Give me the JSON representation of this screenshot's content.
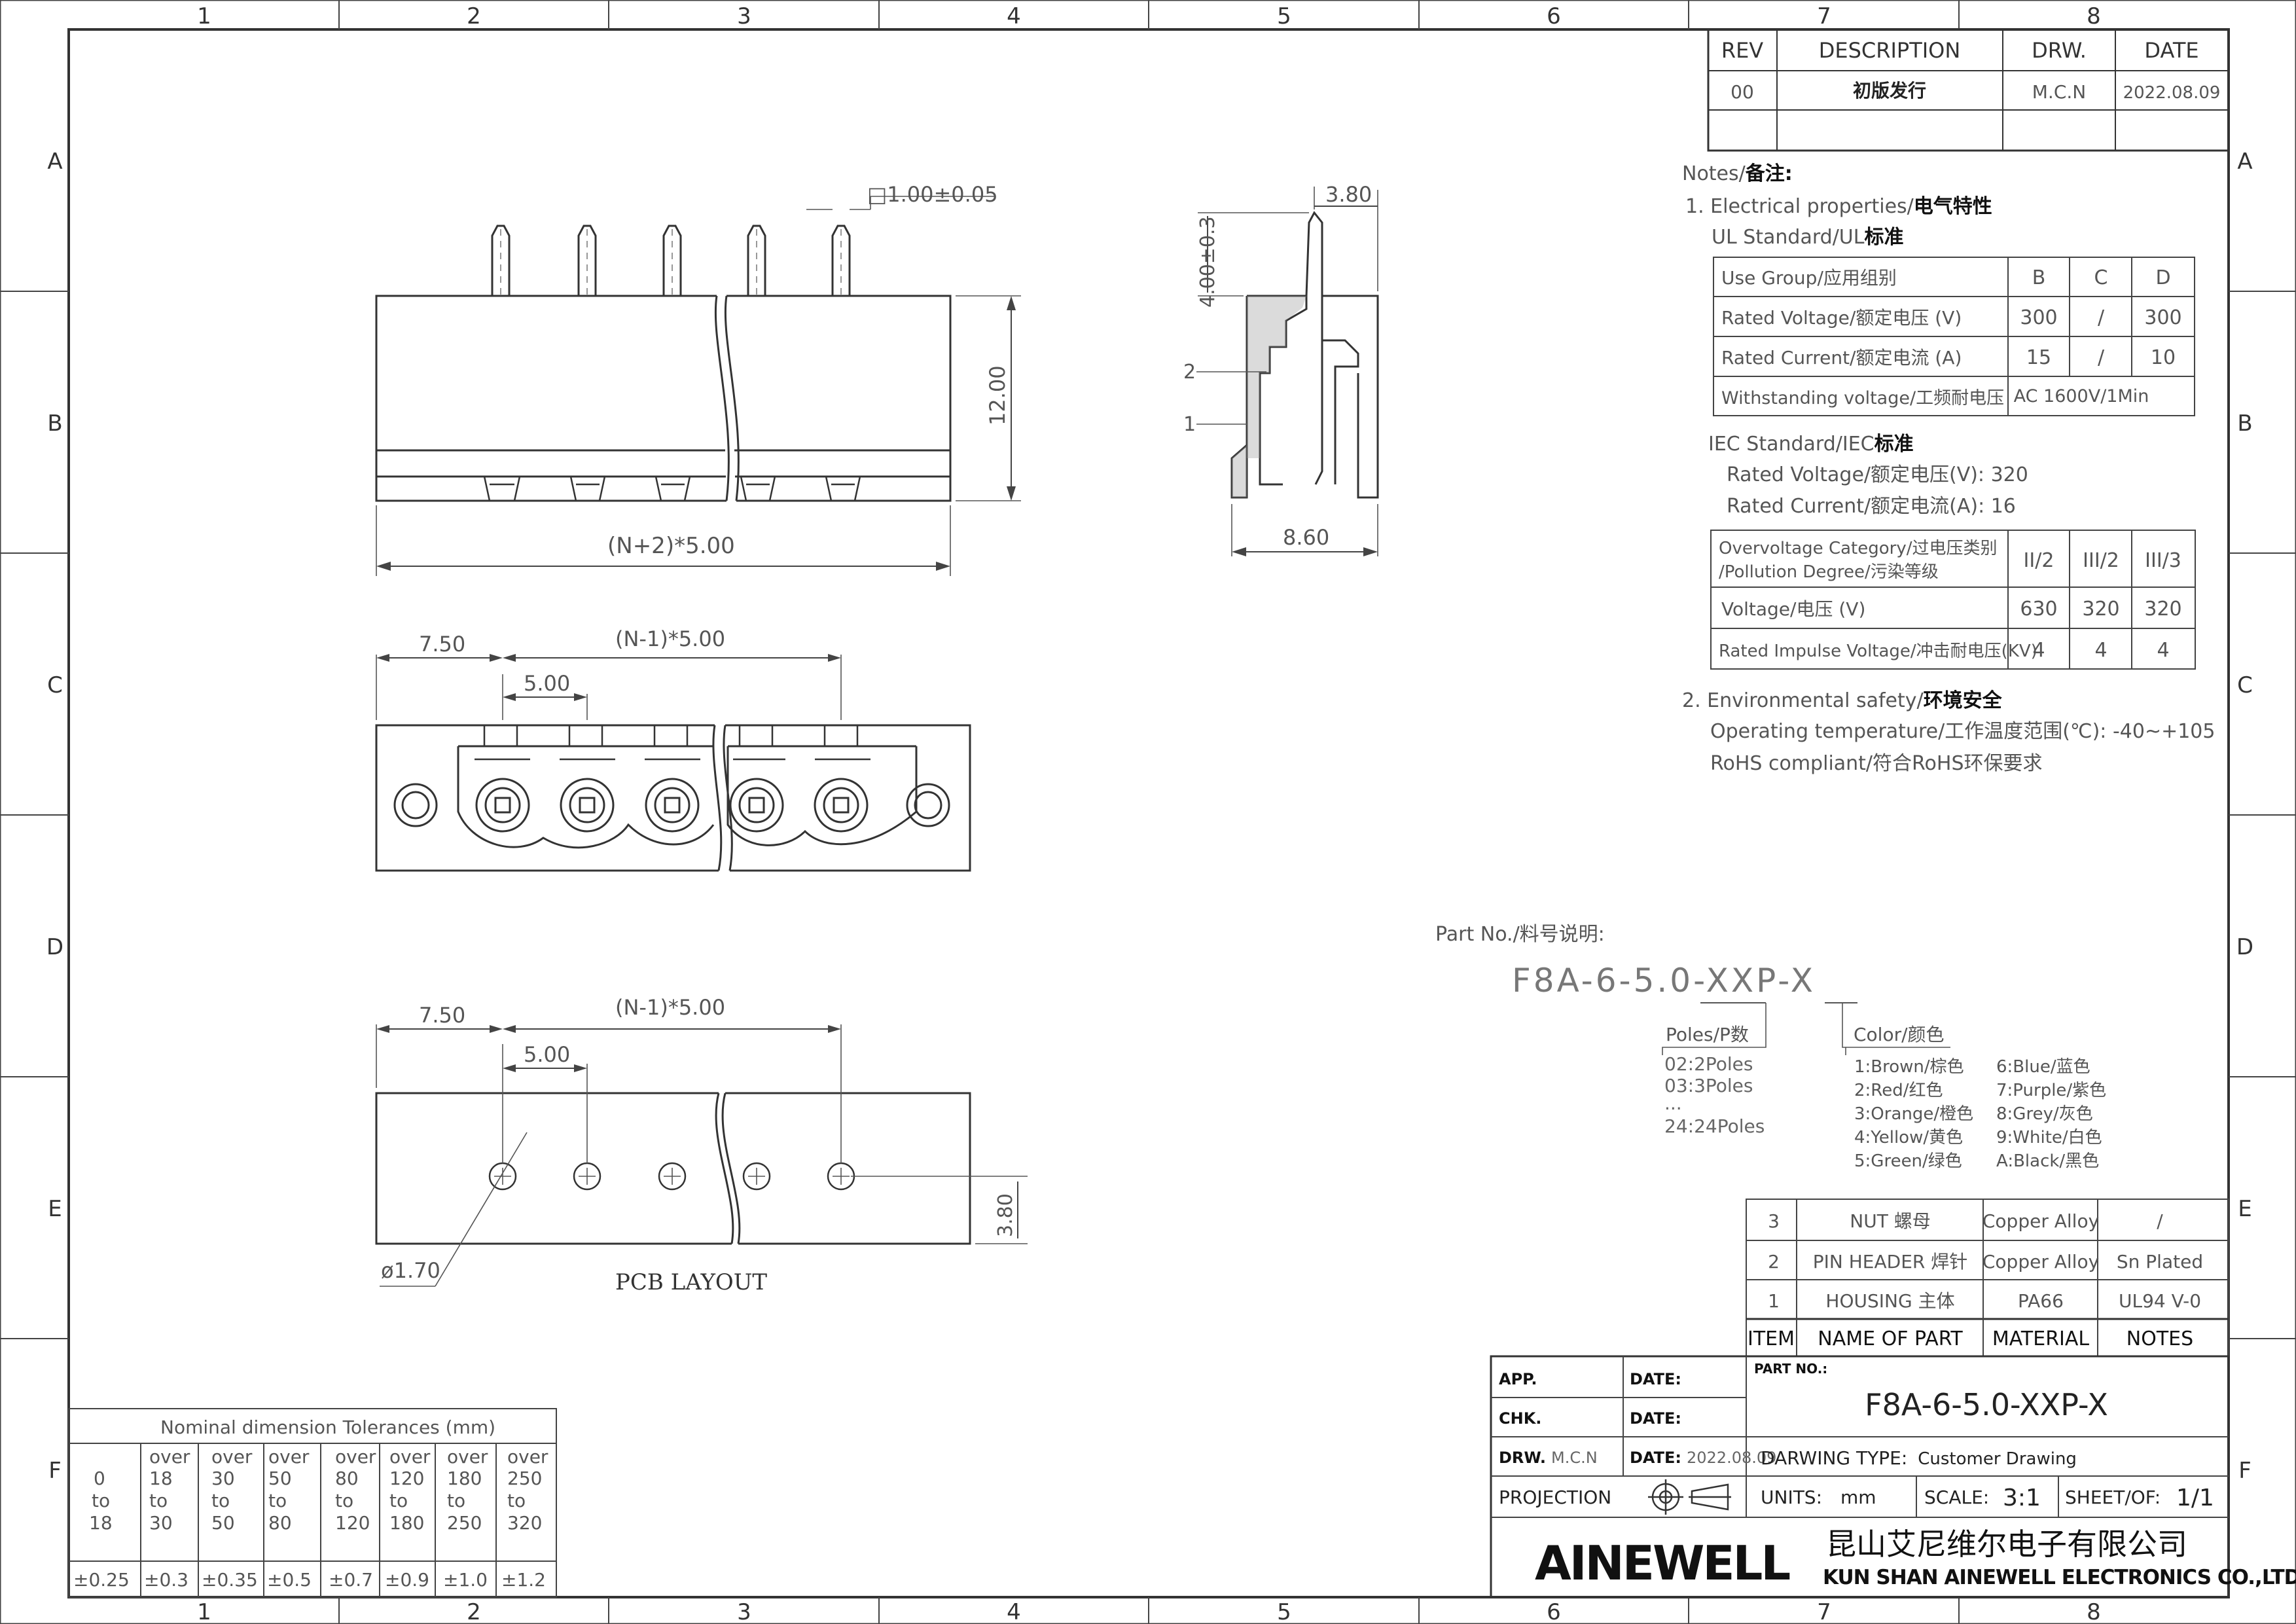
{
  "frame": {
    "cols": [
      "1",
      "2",
      "3",
      "4",
      "5",
      "6",
      "7",
      "8"
    ],
    "rows": [
      "A",
      "B",
      "C",
      "D",
      "E",
      "F"
    ]
  },
  "rev_table": {
    "headers": [
      "REV",
      "DESCRIPTION",
      "DRW.",
      "DATE"
    ],
    "rows": [
      [
        "00",
        "初版发行",
        "M.C.N",
        "2022.08.09"
      ],
      [
        "",
        "",
        "",
        ""
      ]
    ]
  },
  "notes": {
    "title_en": "Notes/",
    "title_cn": "备注:",
    "n1_en": "1. Electrical properties/",
    "n1_cn": "电气特性",
    "ul_en": "UL Standard/UL",
    "ul_cn": "标准",
    "ul_table": [
      [
        "Use Group/应用组别",
        "B",
        "C",
        "D"
      ],
      [
        "Rated Voltage/额定电压 (V)",
        "300",
        "/",
        "300"
      ],
      [
        "Rated Current/额定电流 (A)",
        "15",
        "/",
        "10"
      ],
      [
        "Withstanding voltage/工频耐电压",
        "AC 1600V/1Min"
      ]
    ],
    "iec_en": "IEC Standard/IEC",
    "iec_cn": "标准",
    "iec_v": "Rated Voltage/额定电压(V):  320",
    "iec_a": "Rated Current/额定电流(A):  16",
    "iec_table": [
      [
        "Overvoltage Category/过电压类别",
        "/Pollution Degree/污染等级",
        "II/2",
        "III/2",
        "III/3"
      ],
      [
        "Voltage/电压 (V)",
        "630",
        "320",
        "320"
      ],
      [
        "Rated Impulse Voltage/冲击耐电压(KV)",
        "4",
        "4",
        "4"
      ]
    ],
    "n2_en": "2. Environmental safety/",
    "n2_cn": "环境安全",
    "temp": "Operating temperature/工作温度范围(℃):  -40~+105",
    "rohs": "RoHS compliant/符合RoHS环保要求"
  },
  "part_no": {
    "label": "Part No./料号说明:",
    "code": "F8A-6-5.0-XXP-X",
    "poles_title": "Poles/P数",
    "poles": [
      "02:2Poles",
      "03:3Poles",
      "...",
      "24:24Poles"
    ],
    "color_title": "Color/颜色",
    "colors_left": [
      "1:Brown/棕色",
      "2:Red/红色",
      "3:Orange/橙色",
      "4:Yellow/黄色",
      "5:Green/绿色"
    ],
    "colors_right": [
      "6:Blue/蓝色",
      "7:Purple/紫色",
      "8:Grey/灰色",
      "9:White/白色",
      "A:Black/黑色"
    ]
  },
  "dims": {
    "pin_sq": "□1.00±0.05",
    "height": "12.00",
    "width": "(N+2)*5.00",
    "side_top": "3.80",
    "side_pin": "4.00±0.3",
    "side_w": "8.60",
    "lbl2": "2",
    "lbl1": "1",
    "edge": "7.50",
    "pitch_span": "(N-1)*5.00",
    "pitch": "5.00",
    "pcb_edge": "7.50",
    "pcb_span": "(N-1)*5.00",
    "pcb_pitch": "5.00",
    "hole": "ø1.70",
    "pcb_h": "3.80",
    "pcb_label": "PCB LAYOUT"
  },
  "tolerance": {
    "title": "Nominal  dimension  Tolerances  (mm)",
    "ranges": [
      [
        "0",
        "to",
        "18"
      ],
      [
        "over",
        "18",
        "to",
        "30"
      ],
      [
        "over",
        "30",
        "to",
        "50"
      ],
      [
        "over",
        "50",
        "to",
        "80"
      ],
      [
        "over",
        "80",
        "to",
        "120"
      ],
      [
        "over",
        "120",
        "to",
        "180"
      ],
      [
        "over",
        "180",
        "to",
        "250"
      ],
      [
        "over",
        "250",
        "to",
        "320"
      ]
    ],
    "values": [
      "±0.25",
      "±0.3",
      "±0.35",
      "±0.5",
      "±0.7",
      "±0.9",
      "±1.0",
      "±1.2"
    ]
  },
  "bom": {
    "rows": [
      [
        "3",
        "NUT 螺母",
        "Copper Alloy",
        "/"
      ],
      [
        "2",
        "PIN HEADER 焊针",
        "Copper Alloy",
        "Sn Plated"
      ],
      [
        "1",
        "HOUSING 主体",
        "PA66",
        "UL94 V-0"
      ]
    ],
    "headers": [
      "ITEM",
      "NAME OF PART",
      "MATERIAL",
      "NOTES"
    ]
  },
  "title_block": {
    "app": "APP.",
    "chk": "CHK.",
    "drw": "DRW.",
    "drw_name": "M.C.N",
    "date_lbl": "DATE:",
    "date_val": "2022.08.09",
    "projection": "PROJECTION",
    "part_no_lbl": "PART NO.:",
    "part_no": "F8A-6-5.0-XXP-X",
    "drawing_type_lbl": "DARWING TYPE:",
    "drawing_type": "Customer Drawing",
    "units_lbl": "UNITS:",
    "units": "mm",
    "scale_lbl": "SCALE:",
    "scale": "3:1",
    "sheet_lbl": "SHEET/OF:",
    "sheet": "1/1",
    "logo": "AINEWELL",
    "company_cn": "昆山艾尼维尔电子有限公司",
    "company_en": "KUN SHAN AINEWELL ELECTRONICS CO.,LTD"
  }
}
